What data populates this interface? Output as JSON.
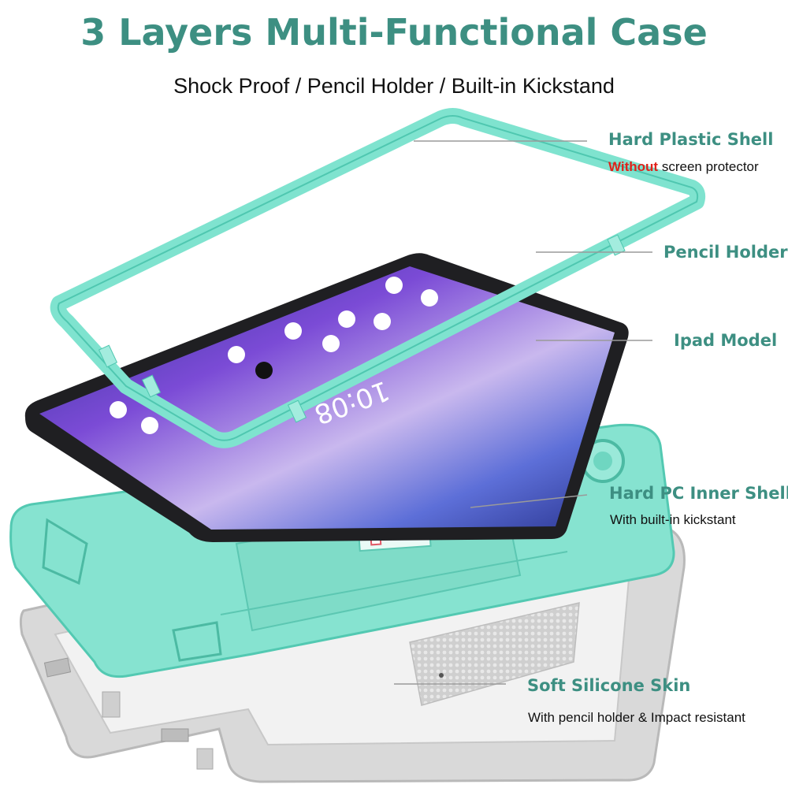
{
  "colors": {
    "accent": "#3d8f82",
    "warning": "#e0221b",
    "mint": "#7fe3cf",
    "mint_edge": "#4fc7b0",
    "gray_skin": "#d9d9d9"
  },
  "header": {
    "title": "3 Layers Multi-Functional Case",
    "subtitle": "Shock Proof / Pencil Holder / Built-in Kickstand"
  },
  "labels": {
    "hard_plastic_shell": {
      "title": "Hard Plastic Shell",
      "note_emphasis": "Without",
      "note_rest": " screen protector"
    },
    "pencil_holder": {
      "title": "Pencil Holder"
    },
    "ipad_model": {
      "title": "Ipad Model"
    },
    "hard_pc_inner_shell": {
      "title": "Hard PC Inner Shell",
      "note": "With built-in kickstant"
    },
    "soft_silicone_skin": {
      "title": "Soft Silicone Skin",
      "note": "With pencil holder & Impact resistant"
    }
  },
  "product_illustration": {
    "layers": [
      "hard-plastic-frame-icon",
      "tablet-icon",
      "pc-inner-shell-icon",
      "silicone-skin-icon"
    ],
    "tablet_clock": "10:08"
  }
}
